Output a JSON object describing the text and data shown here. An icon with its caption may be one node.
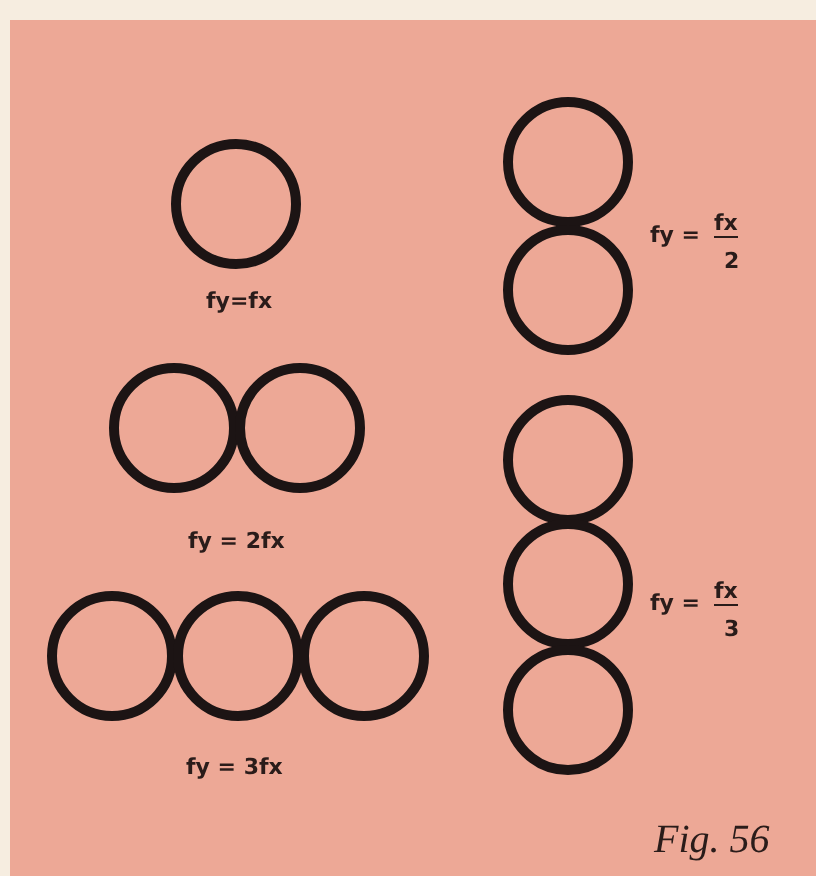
{
  "diagram": {
    "labels": [
      "fy=fx",
      "fy =",
      "fx",
      "2",
      "fy = 2fx",
      "fy =",
      "fx",
      "3",
      "fy = 3fx",
      "Fig. 56"
    ]
  }
}
